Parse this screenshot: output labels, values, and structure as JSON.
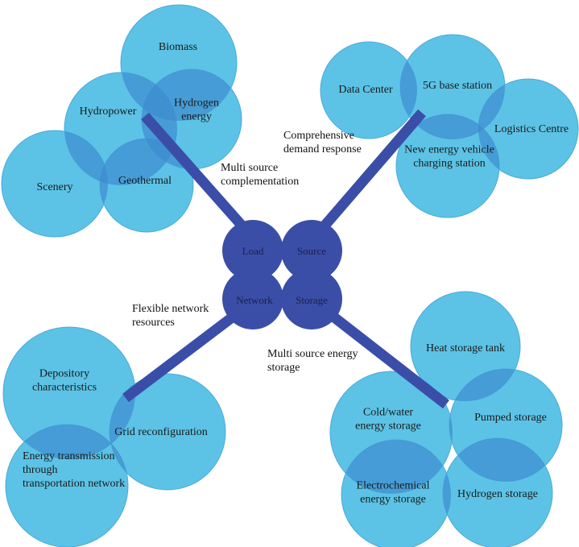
{
  "colors": {
    "bubble": "#5cc3e6",
    "bubble_overlap": "#3f8fd0",
    "bubble_edge": "#4aa9dc",
    "core": "#3a4ea8",
    "arm": "#3a4ea8"
  },
  "core": {
    "load": "Load",
    "source": "Source",
    "network": "Network",
    "storage": "Storage"
  },
  "captions": {
    "multi_source_complementation": [
      "Multi source",
      "complementation"
    ],
    "demand_response": [
      "Comprehensive",
      "demand response"
    ],
    "flexible_network": [
      "Flexible network",
      "resources"
    ],
    "energy_storage": [
      "Multi source energy",
      "storage"
    ]
  },
  "clusters": {
    "top_left": {
      "biomass": [
        "Biomass"
      ],
      "hydropower": [
        "Hydropower"
      ],
      "hydrogen_energy": [
        "Hydrogen",
        "energy"
      ],
      "scenery": [
        "Scenery"
      ],
      "geothermal": [
        "Geothermal"
      ]
    },
    "top_right": {
      "data_center": [
        "Data Center"
      ],
      "base_station": [
        "5G base station"
      ],
      "logistics": [
        "Logistics Centre"
      ],
      "ev_charging": [
        "New energy vehicle",
        "charging station"
      ]
    },
    "bottom_left": {
      "depository": [
        "Depository",
        "characteristics"
      ],
      "grid_reconfiguration": [
        "Grid reconfiguration"
      ],
      "transmission": [
        "Energy transmission",
        "through",
        "transportation network"
      ]
    },
    "bottom_right": {
      "heat_storage": [
        "Heat storage tank"
      ],
      "cold_water": [
        "Cold/water",
        "energy storage"
      ],
      "pumped": [
        "Pumped storage"
      ],
      "electrochemical": [
        "Electrochemical",
        "energy storage"
      ],
      "hydrogen_storage": [
        "Hydrogen storage"
      ]
    }
  }
}
